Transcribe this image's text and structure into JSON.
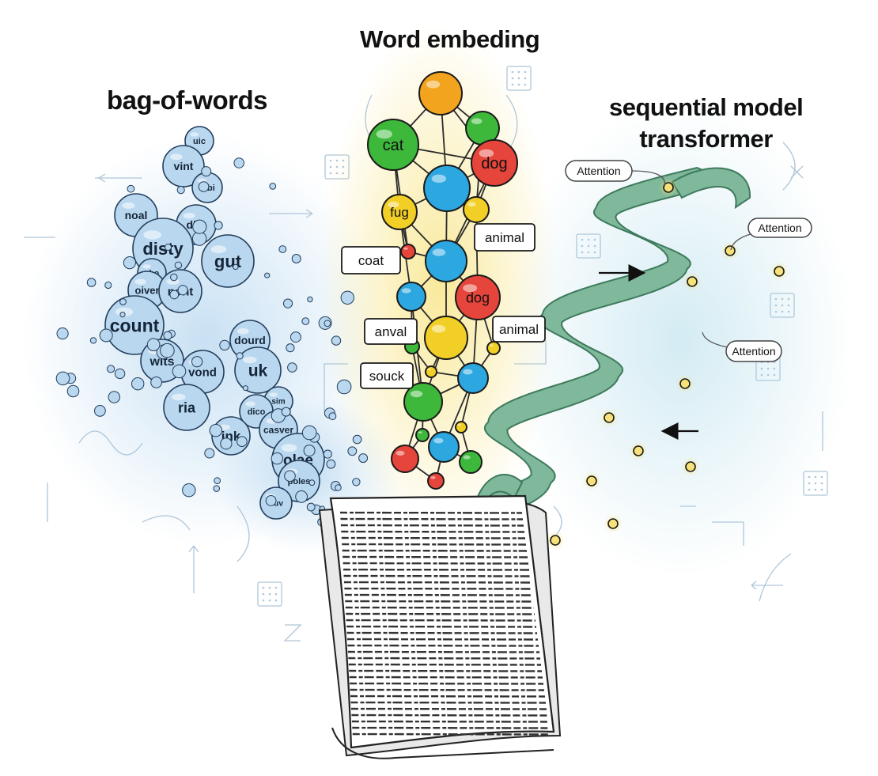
{
  "titles": {
    "bag_of_words": "bag-of-words",
    "word_embedding": "Word embeding",
    "sequential_line1": "sequential model",
    "sequential_line2": "transformer"
  },
  "bag_of_words_bubbles": [
    {
      "label": "uic"
    },
    {
      "label": "vint"
    },
    {
      "label": "oibi"
    },
    {
      "label": "noal"
    },
    {
      "label": "dby"
    },
    {
      "label": "disty"
    },
    {
      "label": "gut"
    },
    {
      "label": "ubo"
    },
    {
      "label": "oiver"
    },
    {
      "label": "nont"
    },
    {
      "label": "count"
    },
    {
      "label": "wits"
    },
    {
      "label": "dourd"
    },
    {
      "label": "vond"
    },
    {
      "label": "uk"
    },
    {
      "label": "ria"
    },
    {
      "label": "sim"
    },
    {
      "label": "dico"
    },
    {
      "label": "ink"
    },
    {
      "label": "casver"
    },
    {
      "label": "olae"
    },
    {
      "label": "poles"
    },
    {
      "label": "ouv"
    }
  ],
  "embedding_nodes": [
    {
      "label": "cat",
      "color": "#3db83a"
    },
    {
      "label": "dog",
      "color": "#e5453a"
    },
    {
      "label": "fug",
      "color": "#f2cf27"
    },
    {
      "label": "dog",
      "color": "#e5453a"
    }
  ],
  "embedding_boxes": [
    {
      "label": "coat"
    },
    {
      "label": "animal"
    },
    {
      "label": "anval"
    },
    {
      "label": "animal"
    },
    {
      "label": "souck"
    }
  ],
  "attention_labels": [
    {
      "label": "Attention"
    },
    {
      "label": "Attention"
    },
    {
      "label": "Attention"
    }
  ],
  "colors": {
    "bubble_fill": "#b9d7ef",
    "bubble_stroke": "#233e5c",
    "ribbon_fill": "#7fb89a",
    "ribbon_dark": "#3e7a5c",
    "node_orange": "#f2a41f",
    "node_blue": "#2ca7e0",
    "node_green": "#3db83a",
    "node_red": "#e5453a",
    "node_yellow": "#f2cf27",
    "glow_yellow": "#f7e27a",
    "mist_blue": "#9cc8ea"
  }
}
